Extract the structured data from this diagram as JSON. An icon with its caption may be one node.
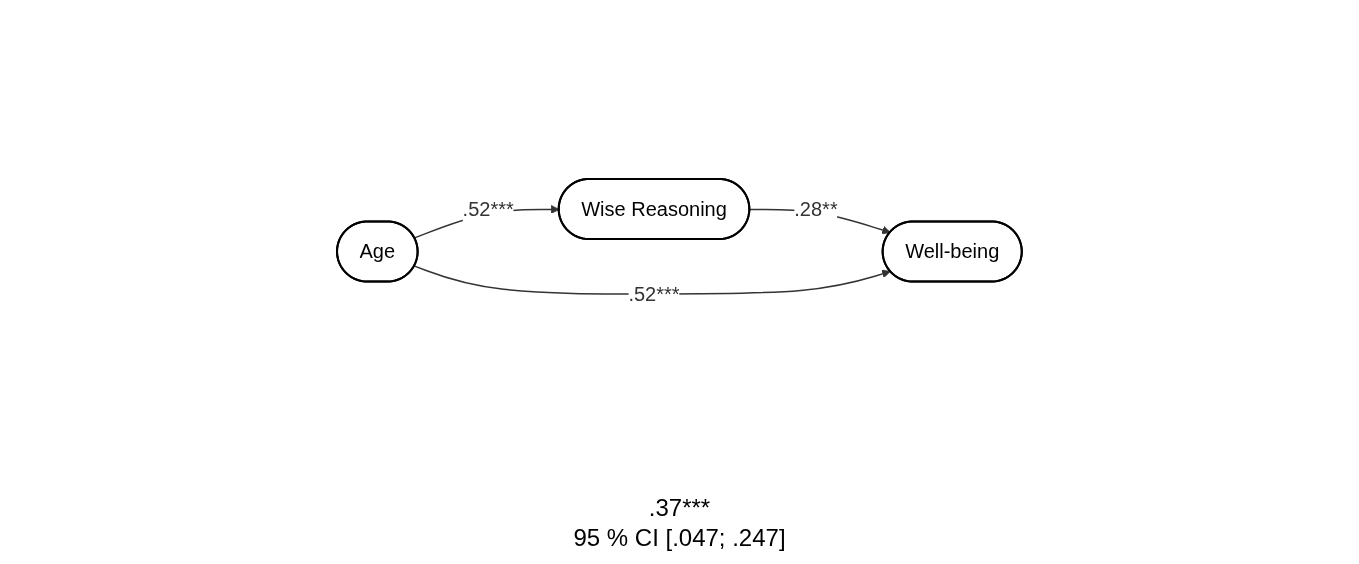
{
  "diagram": {
    "nodes": [
      {
        "text": [
          "Wise Reasoning"
        ]
      },
      {
        "text": [
          "Age"
        ]
      },
      {
        "text": [
          "Well-being"
        ]
      }
    ],
    "edges": [
      {
        "from": 1,
        "to": 0,
        "arrow": "to",
        "label": ".52***"
      },
      {
        "from": 0,
        "to": 2,
        "arrow": "to",
        "label": ".28**"
      },
      {
        "from": 1,
        "to": 2,
        "arrow": "to",
        "label": ".52***"
      }
    ],
    "labels": [
      ".37***",
      "95 % CI [.047; .247]"
    ]
  }
}
